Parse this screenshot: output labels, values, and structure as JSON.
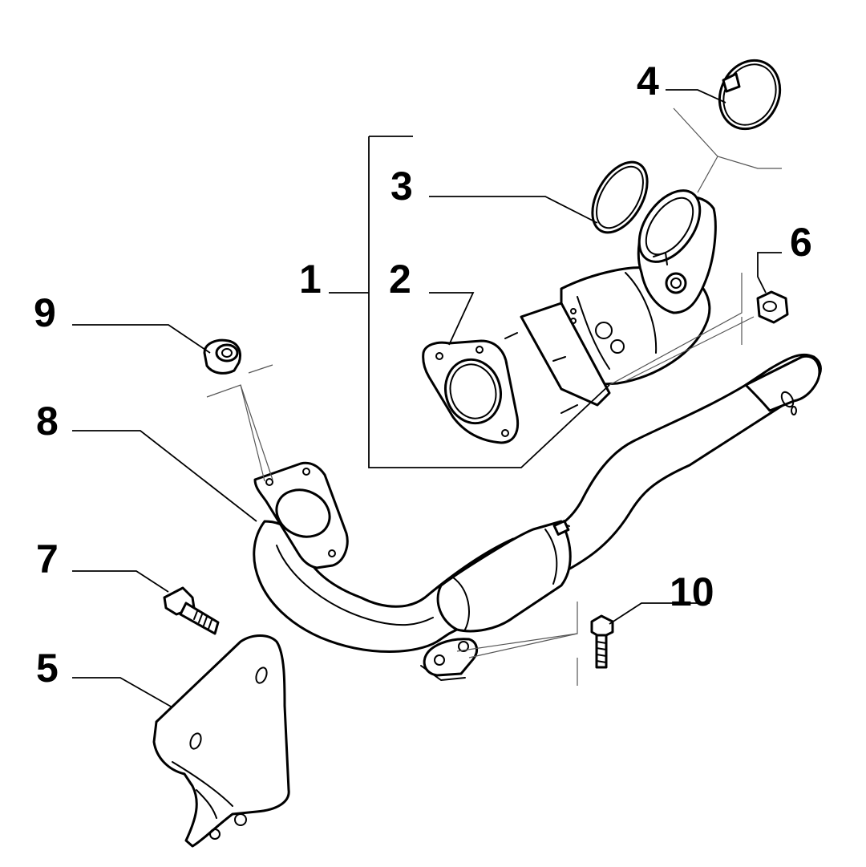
{
  "callouts": {
    "c1": "1",
    "c2": "2",
    "c3": "3",
    "c4": "4",
    "c5": "5",
    "c6": "6",
    "c7": "7",
    "c8": "8",
    "c9": "9",
    "c10": "10"
  },
  "colors": {
    "line": "#000000",
    "background": "#ffffff",
    "guide": "#555555"
  }
}
